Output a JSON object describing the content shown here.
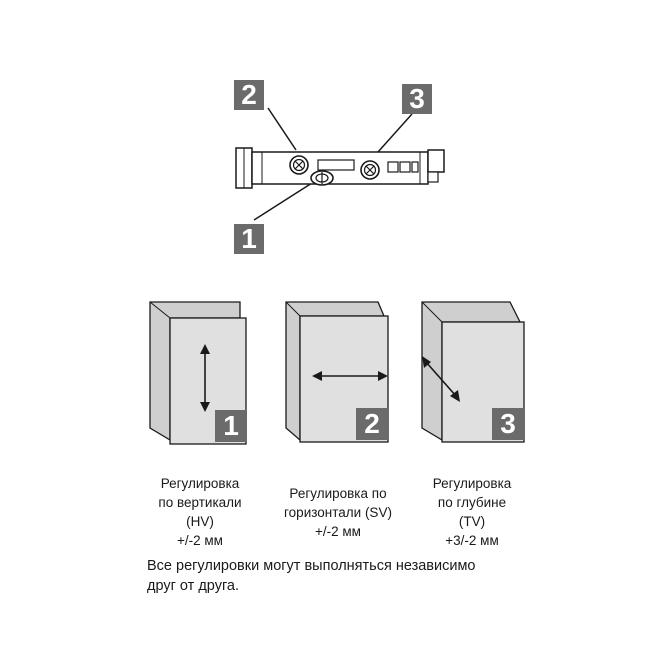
{
  "hinge": {
    "callouts": [
      {
        "number": "2"
      },
      {
        "number": "3"
      },
      {
        "number": "1"
      }
    ]
  },
  "panels": [
    {
      "number": "1",
      "caption": "Регулировка\nпо вертикали\n(HV)\n+/-2 мм"
    },
    {
      "number": "2",
      "caption": "Регулировка по\nгоризонтали (SV)\n+/-2 мм"
    },
    {
      "number": "3",
      "caption": "Регулировка\nпо глубине\n(TV)\n+3/-2 мм"
    }
  ],
  "note": "Все регулировки могут выполняться независимо\nдруг от друга.",
  "colors": {
    "badge": "#6b6b6b",
    "door_face": "#e0e0e0",
    "cabinet_side": "#cfcfcf",
    "line": "#1a1a1a"
  }
}
